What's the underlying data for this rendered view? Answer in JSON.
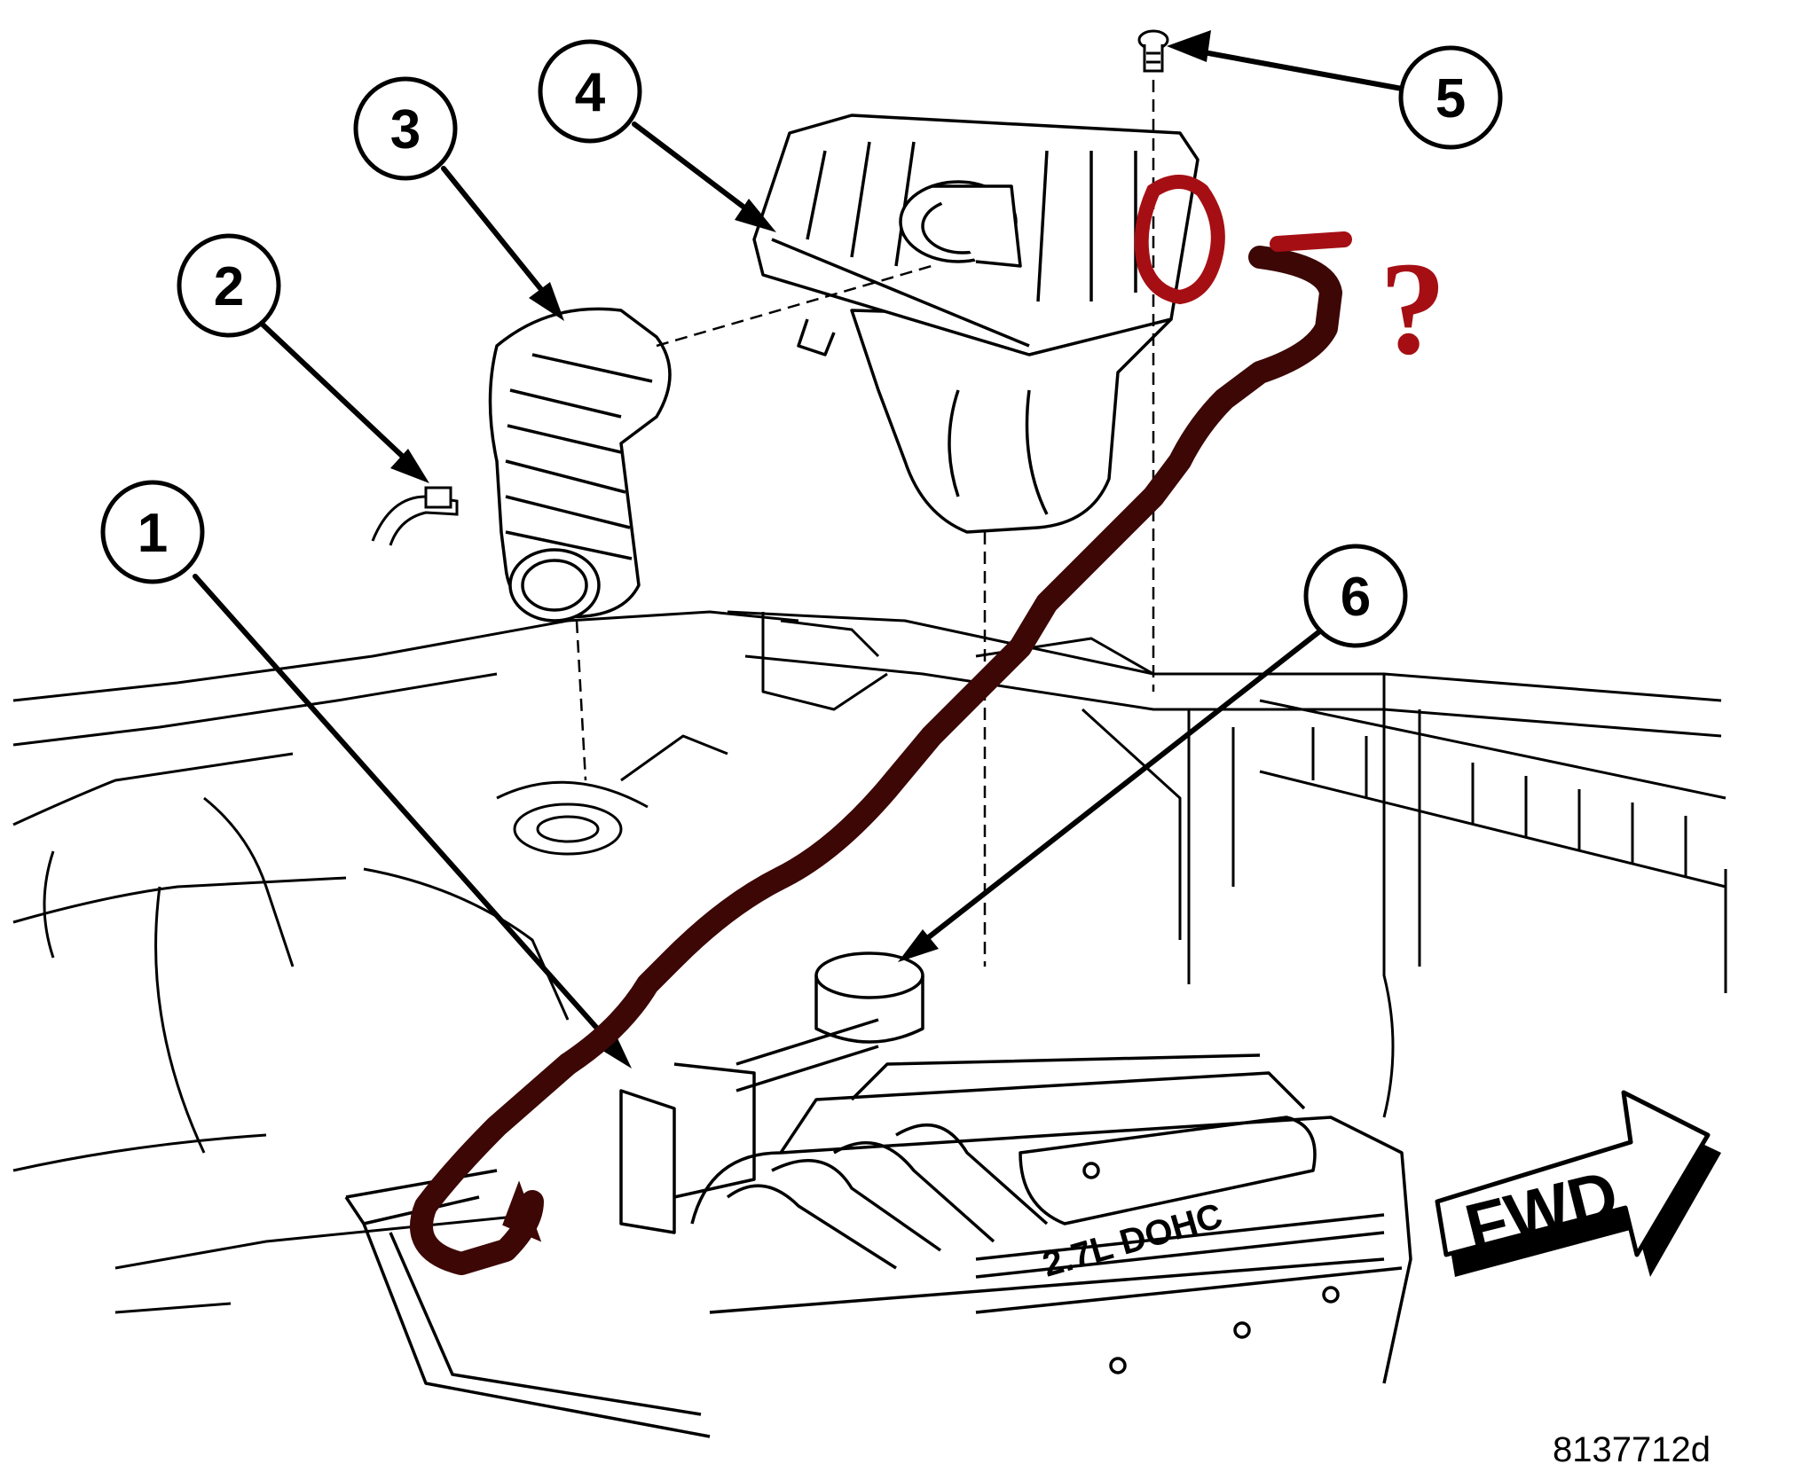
{
  "callouts": [
    {
      "label": "1"
    },
    {
      "label": "2"
    },
    {
      "label": "3"
    },
    {
      "label": "4"
    },
    {
      "label": "5"
    },
    {
      "label": "6"
    }
  ],
  "direction_label": "FWD",
  "engine_cover_text": "2.7L DOHC",
  "figure_number": "8137712d",
  "annotation": {
    "question_mark": "?",
    "color": "#a50f14",
    "hose_color": "#3c0705"
  },
  "icons": [
    "fwd-arrow-icon",
    "bolt-icon"
  ]
}
